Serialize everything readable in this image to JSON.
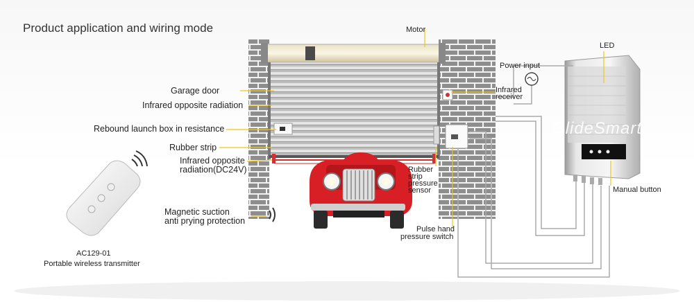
{
  "title": "Product application and wiring mode",
  "labels": {
    "motor": "Motor",
    "garage_door": "Garage door",
    "infrared_opposite_radiation": "Infrared opposite radiation",
    "rebound_box": "Rebound launch box in resistance",
    "rubber_strip": "Rubber strip",
    "infrared_dc24v_line1": "Infrared opposite",
    "infrared_dc24v_line2": "radiation(DC24V)",
    "magnetic_line1": "Magnetic suction",
    "magnetic_line2": "anti prying protection",
    "remote_model": "AC129-01",
    "remote_desc": "Portable wireless transmitter",
    "power_input": "Power input",
    "infrared_receiver_line1": "Infrared",
    "infrared_receiver_line2": "receiver",
    "led": "LED",
    "manual_button": "Manual button",
    "rubber_sensor_line1": "Rubber",
    "rubber_sensor_line2": "strip",
    "rubber_sensor_line3": "pressure",
    "rubber_sensor_line4": "sensor",
    "pulse_line1": "Pulse hand",
    "pulse_line2": "pressure switch"
  },
  "watermark": "GlideSmart",
  "colors": {
    "leader": "#f0c419",
    "brick": "#8c8c8c",
    "car_red": "#d81f26",
    "beam": "#d92b2b"
  }
}
